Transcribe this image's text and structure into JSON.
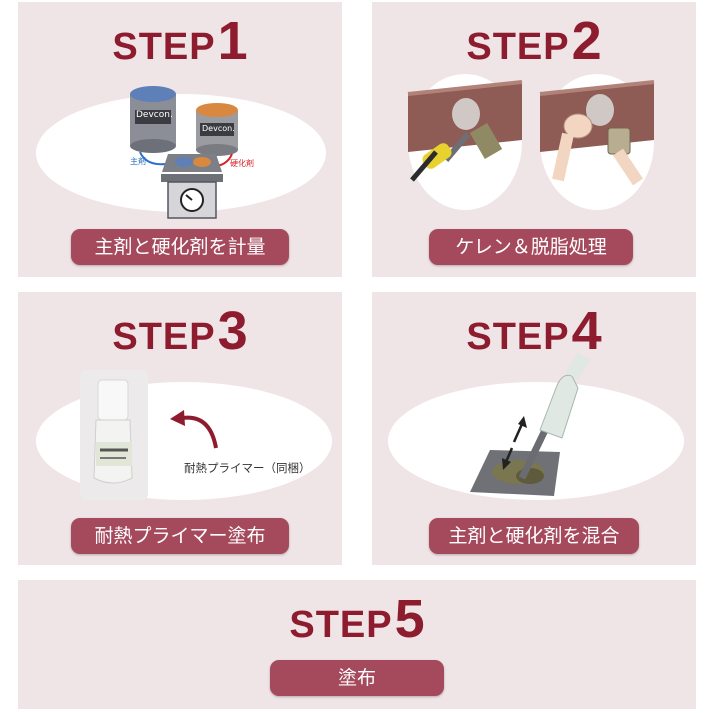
{
  "steps": [
    {
      "word": "STEP",
      "number": "1",
      "label": "主剤と硬化剤を計量",
      "can_text_left": "Devcon.",
      "can_text_right": "Devcon.",
      "tag_main": "主剤",
      "tag_hardener": "硬化剤"
    },
    {
      "word": "STEP",
      "number": "2",
      "label": "ケレン＆脱脂処理"
    },
    {
      "word": "STEP",
      "number": "3",
      "label": "耐熱プライマー塗布",
      "primer_note": "耐熱プライマー（同梱）"
    },
    {
      "word": "STEP",
      "number": "4",
      "label": "主剤と硬化剤を混合"
    },
    {
      "word": "STEP",
      "number": "5",
      "label": "塗布"
    }
  ],
  "colors": {
    "panel_bg": "#efe4e6",
    "title": "#8c1c2e",
    "button": "#a54a5d",
    "arrow_blue": "#2a6fc9",
    "arrow_red": "#d4242b"
  }
}
